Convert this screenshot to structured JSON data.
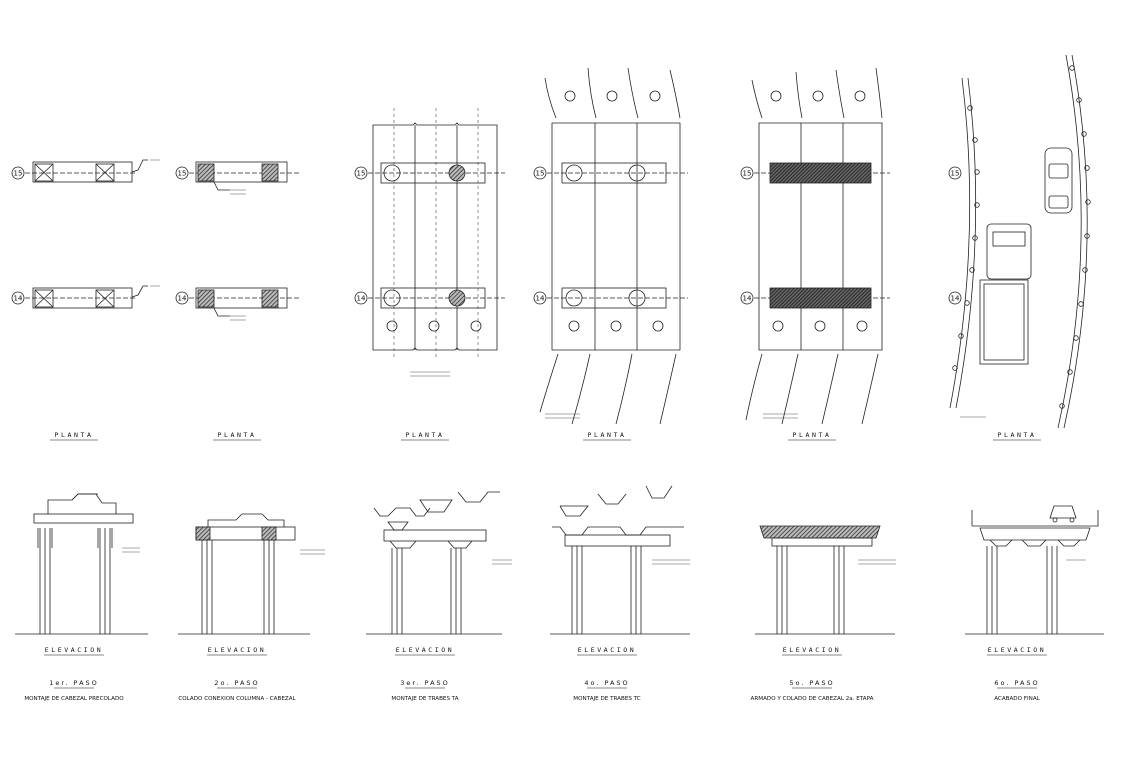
{
  "labels": {
    "plan": "PLANTA",
    "elevation": "ELEVACION"
  },
  "axes": [
    "15",
    "14"
  ],
  "steps": [
    {
      "title": "1er. PASO",
      "desc": "MONTAJE DE CABEZAL PRECOLADO"
    },
    {
      "title": "2o. PASO",
      "desc": "COLADO CONEXION COLUMNA - CABEZAL"
    },
    {
      "title": "3er. PASO",
      "desc": "MONTAJE DE TRABES TA"
    },
    {
      "title": "4o. PASO",
      "desc": "MONTAJE DE TRABES TC"
    },
    {
      "title": "5o. PASO",
      "desc": "ARMADO Y COLADO DE CABEZAL 2a. ETAPA"
    },
    {
      "title": "6o. PASO",
      "desc": "ACABADO FINAL"
    }
  ]
}
